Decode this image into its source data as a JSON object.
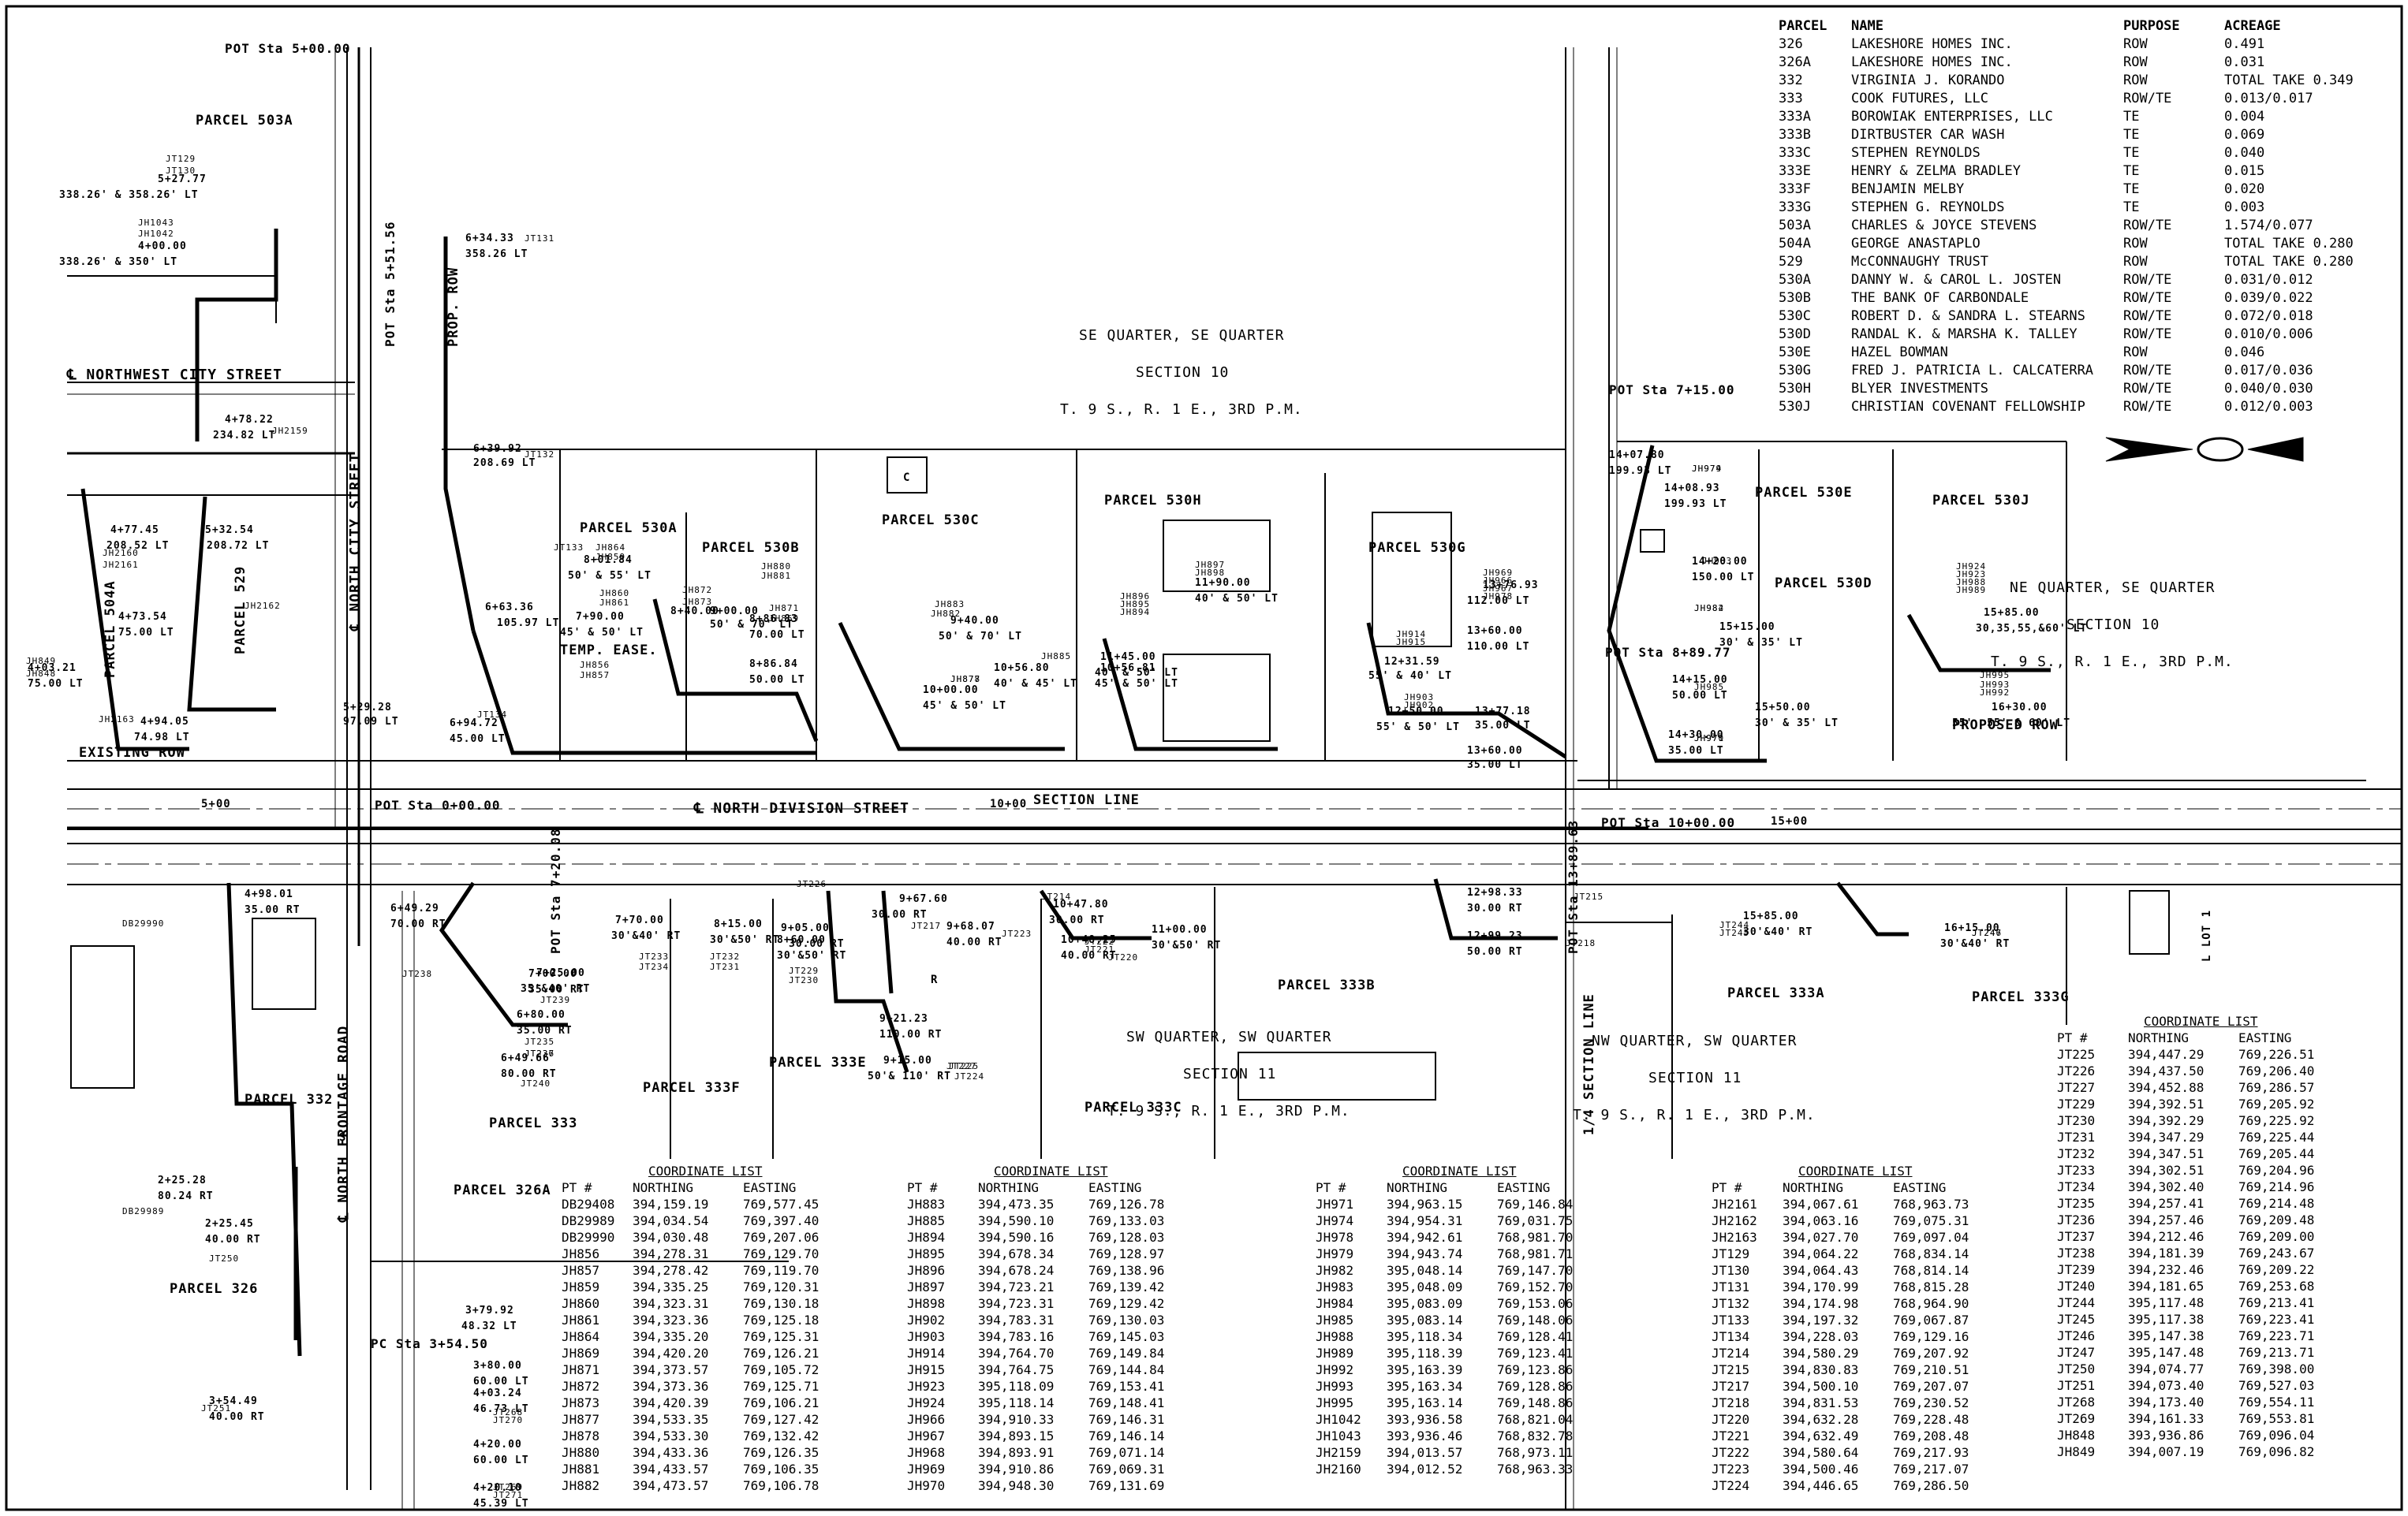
{
  "parcel_table": {
    "headers": [
      "PARCEL",
      "NAME",
      "PURPOSE",
      "ACREAGE"
    ],
    "rows": [
      [
        "326",
        "LAKESHORE HOMES INC.",
        "ROW",
        "0.491"
      ],
      [
        "326A",
        "LAKESHORE HOMES INC.",
        "ROW",
        "0.031"
      ],
      [
        "332",
        "VIRGINIA J. KORANDO",
        "ROW",
        "TOTAL TAKE 0.349"
      ],
      [
        "333",
        "COOK FUTURES, LLC",
        "ROW/TE",
        "0.013/0.017"
      ],
      [
        "333A",
        "BOROWIAK ENTERPRISES, LLC",
        "TE",
        "0.004"
      ],
      [
        "333B",
        "DIRTBUSTER CAR WASH",
        "TE",
        "0.069"
      ],
      [
        "333C",
        "STEPHEN REYNOLDS",
        "TE",
        "0.040"
      ],
      [
        "333E",
        "HENRY & ZELMA BRADLEY",
        "TE",
        "0.015"
      ],
      [
        "333F",
        "BENJAMIN MELBY",
        "TE",
        "0.020"
      ],
      [
        "333G",
        "STEPHEN G. REYNOLDS",
        "TE",
        "0.003"
      ],
      [
        "503A",
        "CHARLES & JOYCE STEVENS",
        "ROW/TE",
        "1.574/0.077"
      ],
      [
        "504A",
        "GEORGE ANASTAPLO",
        "ROW",
        "TOTAL TAKE 0.280"
      ],
      [
        "529",
        "McCONNAUGHY TRUST",
        "ROW",
        "TOTAL TAKE 0.280"
      ],
      [
        "530A",
        "DANNY W. & CAROL L. JOSTEN",
        "ROW/TE",
        "0.031/0.012"
      ],
      [
        "530B",
        "THE BANK OF CARBONDALE",
        "ROW/TE",
        "0.039/0.022"
      ],
      [
        "530C",
        "ROBERT D. & SANDRA L. STEARNS",
        "ROW/TE",
        "0.072/0.018"
      ],
      [
        "530D",
        "RANDAL K. & MARSHA K. TALLEY",
        "ROW/TE",
        "0.010/0.006"
      ],
      [
        "530E",
        "HAZEL BOWMAN",
        "ROW",
        "0.046"
      ],
      [
        "530G",
        "FRED J. PATRICIA L. CALCATERRA",
        "ROW/TE",
        "0.017/0.036"
      ],
      [
        "530H",
        "BLYER INVESTMENTS",
        "ROW/TE",
        "0.040/0.030"
      ],
      [
        "530J",
        "CHRISTIAN COVENANT FELLOWSHIP",
        "ROW/TE",
        "0.012/0.003"
      ]
    ]
  },
  "coordinate_lists": [
    {
      "title": "COORDINATE LIST",
      "headers": [
        "PT #",
        "NORTHING",
        "EASTING"
      ],
      "rows": [
        [
          "DB29408",
          "394,159.19",
          "769,577.45"
        ],
        [
          "DB29989",
          "394,034.54",
          "769,397.40"
        ],
        [
          "DB29990",
          "394,030.48",
          "769,207.06"
        ],
        [
          "JH856",
          "394,278.31",
          "769,129.70"
        ],
        [
          "JH857",
          "394,278.42",
          "769,119.70"
        ],
        [
          "JH859",
          "394,335.25",
          "769,120.31"
        ],
        [
          "JH860",
          "394,323.31",
          "769,130.18"
        ],
        [
          "JH861",
          "394,323.36",
          "769,125.18"
        ],
        [
          "JH864",
          "394,335.20",
          "769,125.31"
        ],
        [
          "JH869",
          "394,420.20",
          "769,126.21"
        ],
        [
          "JH871",
          "394,373.57",
          "769,105.72"
        ],
        [
          "JH872",
          "394,373.36",
          "769,125.71"
        ],
        [
          "JH873",
          "394,420.39",
          "769,106.21"
        ],
        [
          "JH877",
          "394,533.35",
          "769,127.42"
        ],
        [
          "JH878",
          "394,533.30",
          "769,132.42"
        ],
        [
          "JH880",
          "394,433.36",
          "769,126.35"
        ],
        [
          "JH881",
          "394,433.57",
          "769,106.35"
        ],
        [
          "JH882",
          "394,473.57",
          "769,106.78"
        ]
      ]
    },
    {
      "title": "COORDINATE LIST",
      "headers": [
        "PT #",
        "NORTHING",
        "EASTING"
      ],
      "rows": [
        [
          "JH883",
          "394,473.35",
          "769,126.78"
        ],
        [
          "JH885",
          "394,590.10",
          "769,133.03"
        ],
        [
          "JH894",
          "394,590.16",
          "769,128.03"
        ],
        [
          "JH895",
          "394,678.34",
          "769,128.97"
        ],
        [
          "JH896",
          "394,678.24",
          "769,138.96"
        ],
        [
          "JH897",
          "394,723.21",
          "769,139.42"
        ],
        [
          "JH898",
          "394,723.31",
          "769,129.42"
        ],
        [
          "JH902",
          "394,783.31",
          "769,130.03"
        ],
        [
          "JH903",
          "394,783.16",
          "769,145.03"
        ],
        [
          "JH914",
          "394,764.70",
          "769,149.84"
        ],
        [
          "JH915",
          "394,764.75",
          "769,144.84"
        ],
        [
          "JH923",
          "395,118.09",
          "769,153.41"
        ],
        [
          "JH924",
          "395,118.14",
          "769,148.41"
        ],
        [
          "JH966",
          "394,910.33",
          "769,146.31"
        ],
        [
          "JH967",
          "394,893.15",
          "769,146.14"
        ],
        [
          "JH968",
          "394,893.91",
          "769,071.14"
        ],
        [
          "JH969",
          "394,910.86",
          "769,069.31"
        ],
        [
          "JH970",
          "394,948.30",
          "769,131.69"
        ]
      ]
    },
    {
      "title": "COORDINATE LIST",
      "headers": [
        "PT #",
        "NORTHING",
        "EASTING"
      ],
      "rows": [
        [
          "JH971",
          "394,963.15",
          "769,146.84"
        ],
        [
          "JH974",
          "394,954.31",
          "769,031.75"
        ],
        [
          "JH978",
          "394,942.61",
          "768,981.70"
        ],
        [
          "JH979",
          "394,943.74",
          "768,981.71"
        ],
        [
          "JH982",
          "395,048.14",
          "769,147.70"
        ],
        [
          "JH983",
          "395,048.09",
          "769,152.70"
        ],
        [
          "JH984",
          "395,083.09",
          "769,153.06"
        ],
        [
          "JH985",
          "395,083.14",
          "769,148.06"
        ],
        [
          "JH988",
          "395,118.34",
          "769,128.41"
        ],
        [
          "JH989",
          "395,118.39",
          "769,123.41"
        ],
        [
          "JH992",
          "395,163.39",
          "769,123.86"
        ],
        [
          "JH993",
          "395,163.34",
          "769,128.86"
        ],
        [
          "JH995",
          "395,163.14",
          "769,148.86"
        ],
        [
          "JH1042",
          "393,936.58",
          "768,821.04"
        ],
        [
          "JH1043",
          "393,936.46",
          "768,832.78"
        ],
        [
          "JH2159",
          "394,013.57",
          "768,973.11"
        ],
        [
          "JH2160",
          "394,012.52",
          "768,963.33"
        ]
      ]
    },
    {
      "title": "COORDINATE LIST",
      "headers": [
        "PT #",
        "NORTHING",
        "EASTING"
      ],
      "rows": [
        [
          "JH2161",
          "394,067.61",
          "768,963.73"
        ],
        [
          "JH2162",
          "394,063.16",
          "769,075.31"
        ],
        [
          "JH2163",
          "394,027.70",
          "769,097.04"
        ],
        [
          "JT129",
          "394,064.22",
          "768,834.14"
        ],
        [
          "JT130",
          "394,064.43",
          "768,814.14"
        ],
        [
          "JT131",
          "394,170.99",
          "768,815.28"
        ],
        [
          "JT132",
          "394,174.98",
          "768,964.90"
        ],
        [
          "JT133",
          "394,197.32",
          "769,067.87"
        ],
        [
          "JT134",
          "394,228.03",
          "769,129.16"
        ],
        [
          "JT214",
          "394,580.29",
          "769,207.92"
        ],
        [
          "JT215",
          "394,830.83",
          "769,210.51"
        ],
        [
          "JT217",
          "394,500.10",
          "769,207.07"
        ],
        [
          "JT218",
          "394,831.53",
          "769,230.52"
        ],
        [
          "JT220",
          "394,632.28",
          "769,228.48"
        ],
        [
          "JT221",
          "394,632.49",
          "769,208.48"
        ],
        [
          "JT222",
          "394,580.64",
          "769,217.93"
        ],
        [
          "JT223",
          "394,500.46",
          "769,217.07"
        ],
        [
          "JT224",
          "394,446.65",
          "769,286.50"
        ]
      ]
    },
    {
      "title": "COORDINATE LIST",
      "headers": [
        "PT #",
        "NORTHING",
        "EASTING"
      ],
      "rows": [
        [
          "JT225",
          "394,447.29",
          "769,226.51"
        ],
        [
          "JT226",
          "394,437.50",
          "769,206.40"
        ],
        [
          "JT227",
          "394,452.88",
          "769,286.57"
        ],
        [
          "JT229",
          "394,392.51",
          "769,205.92"
        ],
        [
          "JT230",
          "394,392.29",
          "769,225.92"
        ],
        [
          "JT231",
          "394,347.29",
          "769,225.44"
        ],
        [
          "JT232",
          "394,347.51",
          "769,205.44"
        ],
        [
          "JT233",
          "394,302.51",
          "769,204.96"
        ],
        [
          "JT234",
          "394,302.40",
          "769,214.96"
        ],
        [
          "JT235",
          "394,257.41",
          "769,214.48"
        ],
        [
          "JT236",
          "394,257.46",
          "769,209.48"
        ],
        [
          "JT237",
          "394,212.46",
          "769,209.00"
        ],
        [
          "JT238",
          "394,181.39",
          "769,243.67"
        ],
        [
          "JT239",
          "394,232.46",
          "769,209.22"
        ],
        [
          "JT240",
          "394,181.65",
          "769,253.68"
        ],
        [
          "JT244",
          "395,117.48",
          "769,213.41"
        ],
        [
          "JT245",
          "395,117.38",
          "769,223.41"
        ],
        [
          "JT246",
          "395,147.38",
          "769,223.71"
        ],
        [
          "JT247",
          "395,147.48",
          "769,213.71"
        ],
        [
          "JT250",
          "394,074.77",
          "769,398.00"
        ],
        [
          "JT251",
          "394,073.40",
          "769,527.03"
        ],
        [
          "JT268",
          "394,173.40",
          "769,554.11"
        ],
        [
          "JT269",
          "394,161.33",
          "769,553.81"
        ],
        [
          "JH848",
          "393,936.86",
          "769,096.04"
        ],
        [
          "JH849",
          "394,007.19",
          "769,096.82"
        ]
      ]
    }
  ],
  "quarters": [
    {
      "lines": [
        "SE QUARTER, SE QUARTER",
        "SECTION 10",
        "T. 9 S., R. 1 E., 3RD P.M."
      ]
    },
    {
      "lines": [
        "NE QUARTER, SE QUARTER",
        "SECTION 10",
        "T. 9 S., R. 1 E., 3RD P.M."
      ]
    },
    {
      "lines": [
        "SW QUARTER, SW QUARTER",
        "SECTION 11",
        "T. 9 S., R. 1 E., 3RD P.M."
      ]
    },
    {
      "lines": [
        "NW QUARTER, SW QUARTER",
        "SECTION 11",
        "T. 9 S., R. 1 E., 3RD P.M."
      ]
    }
  ],
  "parcel_labels": [
    "PARCEL 503A",
    "PARCEL 504A",
    "PARCEL 529",
    "PARCEL 530A",
    "PARCEL 530B",
    "PARCEL 530C",
    "PARCEL 530H",
    "PARCEL 530G",
    "PARCEL 530E",
    "PARCEL 530D",
    "PARCEL 530J",
    "PARCEL 332",
    "PARCEL 333",
    "PARCEL 326",
    "PARCEL 326A",
    "PARCEL 333F",
    "PARCEL 333E",
    "PARCEL 333C",
    "PARCEL 333B",
    "PARCEL 333A",
    "PARCEL 333G"
  ],
  "street_labels": [
    "℄ NORTHWEST CITY STREET",
    "℄ NORTH CITY STREET",
    "℄ NORTH DIVISION STREET",
    "℄ NORTH FRONTAGE ROAD"
  ],
  "line_labels": [
    "EXISTING ROW",
    "PROP. ROW",
    "TEMP. EASE.",
    "SECTION LINE",
    "1/4 SECTION LINE",
    "PROPOSED ROW"
  ],
  "stations": [
    "POT Sta 5+00.00",
    "POT Sta 5+51.56",
    "POT Sta 0+00.00",
    "POT Sta 7+15.00",
    "POT Sta 8+89.77",
    "POT Sta 10+00.00",
    "PC Sta 3+54.50",
    "POT Sta 7+20.08",
    "POT Sta 13+89.63"
  ],
  "callouts": [
    "5+27.77",
    "338.26' & 358.26' LT",
    "4+00.00",
    "338.26' & 350' LT",
    "6+34.33",
    "358.26 LT",
    "4+78.22",
    "234.82 LT",
    "6+39.92",
    "208.69 LT",
    "4+77.45",
    "208.52 LT",
    "5+32.54",
    "208.72 LT",
    "4+73.54",
    "75.00 LT",
    "4+03.21",
    "75.00 LT",
    "4+94.05",
    "74.98 LT",
    "5+29.28",
    "97.09 LT",
    "6+63.36",
    "105.97 LT",
    "6+94.72",
    "45.00 LT",
    "8+01.84",
    "50' & 55' LT",
    "7+90.00",
    "45' & 50' LT",
    "8+40.00",
    "9+00.00",
    "50' & 70' LT",
    "8+86.83",
    "70.00 LT",
    "8+86.84",
    "50.00 LT",
    "9+40.00",
    "50' & 70' LT",
    "10+00.00",
    "45' & 50' LT",
    "10+56.80",
    "40' & 45' LT",
    "11+45.00",
    "40' & 50' LT",
    "10+56.81",
    "45' & 50' LT",
    "11+90.00",
    "40' & 50' LT",
    "12+31.59",
    "55' & 40' LT",
    "12+50.00",
    "55' & 50' LT",
    "13+76.93",
    "112.00 LT",
    "13+60.00",
    "110.00 LT",
    "13+77.18",
    "35.00 LT",
    "13+60.00",
    "35.00 LT",
    "14+07.80",
    "199.93 LT",
    "14+08.93",
    "199.93 LT",
    "14+20.00",
    "150.00 LT",
    "15+15.00",
    "30' & 35' LT",
    "14+15.00",
    "50.00 LT",
    "15+50.00",
    "30' & 35' LT",
    "14+30.00",
    "35.00 LT",
    "15+85.00",
    "30,35,55,&60' LT",
    "16+30.00",
    "55', 55' & 60' LT",
    "4+98.01",
    "35.00 RT",
    "6+49.29",
    "70.00 RT",
    "7+70.00",
    "30'&40' RT",
    "8+15.00",
    "30'&50' RT",
    "9+05.00",
    "30.00 RT",
    "8+60.00",
    "30'&50' RT",
    "7+00.00",
    "35.00 RT",
    "7+25.00",
    "35'&40' RT",
    "6+80.00",
    "35.00 RT",
    "6+49.66",
    "80.00 RT",
    "9+67.60",
    "30.00 RT",
    "9+68.07",
    "40.00 RT",
    "9+21.23",
    "110.00 RT",
    "9+15.00",
    "50'& 110' RT",
    "10+47.80",
    "30.00 RT",
    "10+48.25",
    "40.00 RT",
    "11+00.00",
    "30'&50' RT",
    "12+98.33",
    "30.00 RT",
    "12+99.23",
    "50.00 RT",
    "15+85.00",
    "30'&40' RT",
    "16+15.00",
    "30'&40' RT",
    "2+25.28",
    "80.24 RT",
    "2+25.45",
    "40.00 RT",
    "3+79.92",
    "48.32 LT",
    "3+80.00",
    "60.00 LT",
    "4+03.24",
    "46.73 LT",
    "3+54.49",
    "40.00 RT",
    "4+20.00",
    "60.00 LT",
    "4+20.10",
    "45.39 LT"
  ],
  "point_ids": [
    "JT129",
    "JT130",
    "JH1043",
    "JH1042",
    "JT131",
    "JH2159",
    "JT132",
    "JH2160",
    "JH2161",
    "JH849",
    "JH848",
    "JH2163",
    "JH2162",
    "JT133",
    "JT134",
    "JH864",
    "JH859",
    "JH860",
    "JH861",
    "JH856",
    "JH857",
    "JH872",
    "JH873",
    "JH880",
    "JH881",
    "JH871",
    "JH869",
    "JH883",
    "JH882",
    "JH878",
    "JH877",
    "JH885",
    "JH896",
    "JH895",
    "JH894",
    "JH897",
    "JH898",
    "JH914",
    "JH915",
    "JH903",
    "JH902",
    "JH969",
    "JH966",
    "JH967",
    "JH978",
    "JH979",
    "JH974",
    "JH983",
    "JH982",
    "JH984",
    "JH985",
    "JH970",
    "JH971",
    "JH924",
    "JH923",
    "JH988",
    "JH989",
    "JH995",
    "JH993",
    "JH992",
    "JT226",
    "JT233",
    "JT234",
    "JT232",
    "JT231",
    "JT229",
    "JT230",
    "JT239",
    "JT235",
    "JT236",
    "JT237",
    "JT238",
    "JT240",
    "JT217",
    "JT223",
    "JT227",
    "JT225",
    "JT224",
    "JT214",
    "JT222",
    "JT221",
    "JT220",
    "JT215",
    "JT218",
    "JT244",
    "JT245",
    "JT247",
    "JT246",
    "DB29990",
    "DB29989",
    "JT250",
    "JT268",
    "JT270",
    "JT269",
    "JT271",
    "JT251"
  ],
  "misc_labels": [
    "5+00",
    "15+00",
    "10+00",
    "C",
    "R",
    "S",
    "L LOT 1"
  ]
}
